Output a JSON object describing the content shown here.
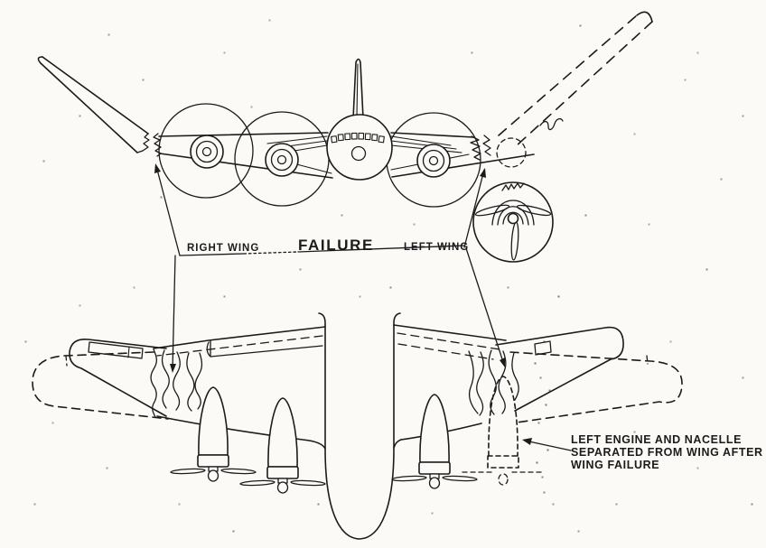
{
  "colors": {
    "paper": "#fbfaf7",
    "ink": "#1b1b1b"
  },
  "callout": {
    "left": "RIGHT WING",
    "center": "FAILURE",
    "right": "LEFT WING"
  },
  "annotation": {
    "line1": "LEFT ENGINE AND NACELLE",
    "line2": "SEPARATED FROM WING AFTER",
    "line3": "WING FAILURE"
  }
}
